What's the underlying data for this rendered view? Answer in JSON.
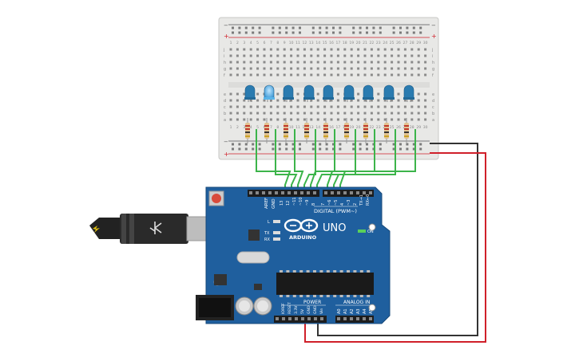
{
  "board": {
    "brand": "ARDUINO",
    "model": "UNO",
    "digital_label": "DIGITAL (PWM~)",
    "power_label": "POWER",
    "analog_label": "ANALOG IN",
    "on_label": "ON",
    "l_label": "L",
    "tx_label": "TX",
    "rx_label": "RX",
    "aref_label": "AREF",
    "gnd_label": "GND",
    "digital_pins": [
      "13",
      "12",
      "~11",
      "~10",
      "~9",
      "8",
      "7",
      "~6",
      "~5",
      "4",
      "~3",
      "2",
      "TX→1",
      "RX←0"
    ],
    "power_pins": [
      "IOREF",
      "RESET",
      "3.3V",
      "5V",
      "GND",
      "GND",
      "Vin"
    ],
    "analog_pins": [
      "A0",
      "A1",
      "A2",
      "A3",
      "A4",
      "A5"
    ]
  },
  "breadboard": {
    "row_letters_top": [
      "j",
      "i",
      "h",
      "g",
      "f"
    ],
    "row_letters_bottom": [
      "e",
      "d",
      "c",
      "b",
      "a"
    ],
    "columns": [
      "1",
      "2",
      "3",
      "4",
      "5",
      "6",
      "7",
      "8",
      "9",
      "10",
      "11",
      "12",
      "13",
      "14",
      "15",
      "16",
      "17",
      "18",
      "19",
      "20",
      "21",
      "22",
      "23",
      "24",
      "25",
      "26",
      "27",
      "28",
      "29",
      "30"
    ],
    "plus": "+",
    "minus": "−"
  },
  "colors": {
    "board": "#1f5f9e",
    "wire_green": "#3cb44a",
    "wire_red": "#d0202a",
    "wire_black": "#333333",
    "led_blue": "#2a7bb0",
    "led_lit": "#5ab4e8"
  },
  "leds": {
    "count": 9,
    "lit_index": 1
  }
}
